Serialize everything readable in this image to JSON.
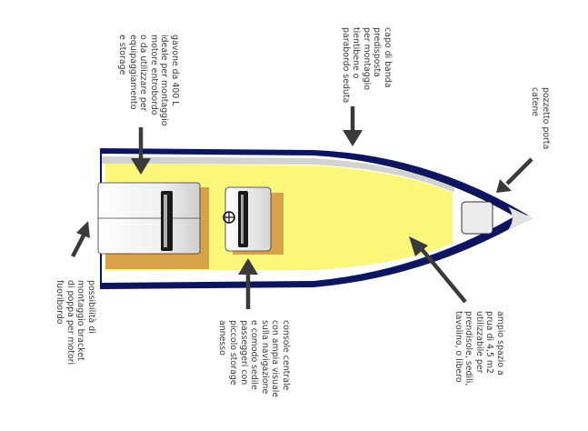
{
  "labels": {
    "gavone": [
      "gavone da 400 L",
      "ideale per montaggio",
      "motore entrobordo",
      "o da utilizzare per",
      "equipaggiamento",
      "e storage"
    ],
    "capo_di_banda": [
      "capo di banda",
      "predisposta",
      "per montaggio",
      "tientibene o",
      "parabordo seduta"
    ],
    "pozzetto": [
      "pozzetto porta",
      "catene"
    ],
    "bracket": [
      "possibilità di",
      "montaggio bracket",
      "di poppa per motori",
      "fuoribordo"
    ],
    "console": [
      "console centrale",
      "con ampia visuale",
      "sulla navigazione",
      "e comodo sedile",
      "passeggeri con",
      "piccolo storage",
      "annesso"
    ],
    "prua": [
      "ampio spazio a",
      "prua di 4,5 m2",
      "utilizzabile per",
      "prendisole, sedili,",
      "tavolino, o libero"
    ]
  },
  "colors": {
    "hull_outline": "#0d1560",
    "deck": "#fbf77a",
    "shadow": "#d9a24a",
    "arrow": "#3a3a3a",
    "console": "#efefef",
    "text": "#3a3a3a"
  }
}
